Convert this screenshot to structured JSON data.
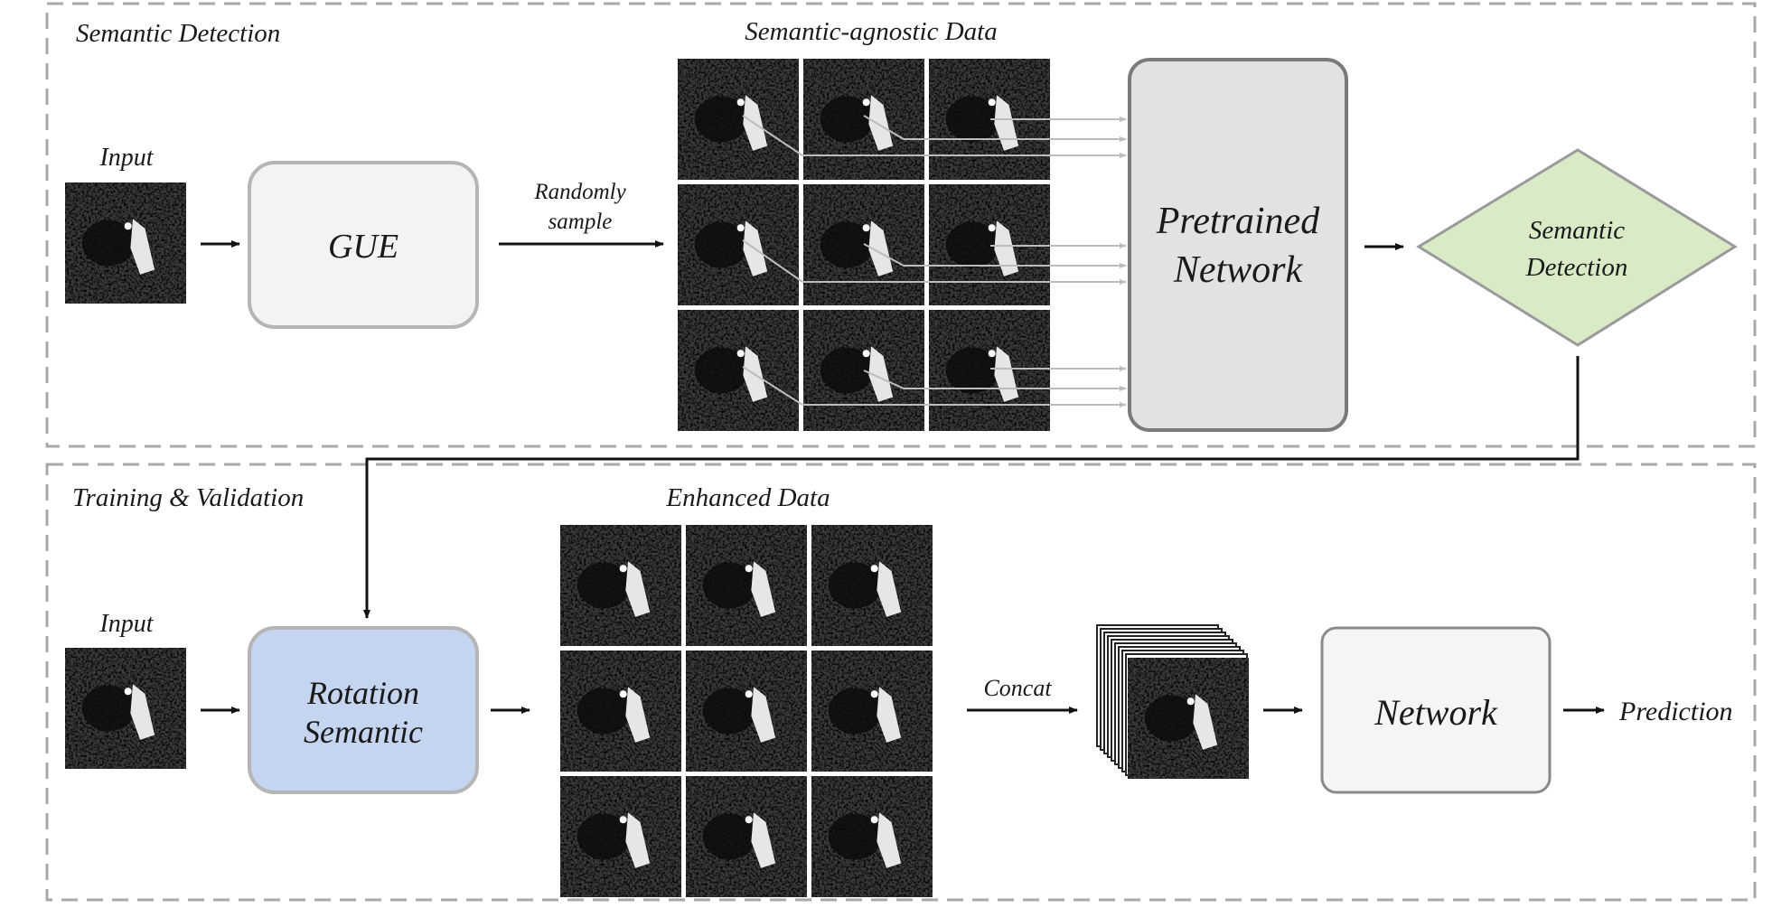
{
  "sections": {
    "top_title": "Semantic Detection",
    "bottom_title": "Training & Validation"
  },
  "top": {
    "input_label": "Input",
    "gue_label": "GUE",
    "sample_label_line1": "Randomly",
    "sample_label_line2": "sample",
    "data_title": "Semantic-agnostic Data",
    "pretrained_line1": "Pretrained",
    "pretrained_line2": "Network",
    "detect_line1": "Semantic",
    "detect_line2": "Detection"
  },
  "bottom": {
    "input_label": "Input",
    "rotation_line1": "Rotation",
    "rotation_line2": "Semantic",
    "data_title": "Enhanced Data",
    "concat_label": "Concat",
    "network_label": "Network",
    "prediction_label": "Prediction"
  },
  "colors": {
    "dash_border": "#a8a8a8",
    "box_border": "#b5b5b5",
    "gue_fill": "#f3f3f3",
    "pretrained_fill": "#e2e2e2",
    "pretrained_border": "#7a7a7a",
    "diamond_fill": "#d9eac6",
    "diamond_border": "#9a9a9a",
    "rotation_fill": "#c5d4ef",
    "network_fill": "#f5f5f5",
    "network_border": "#8a8a8a",
    "arrow": "#111111",
    "thin_arrow": "#bcbcbc"
  }
}
